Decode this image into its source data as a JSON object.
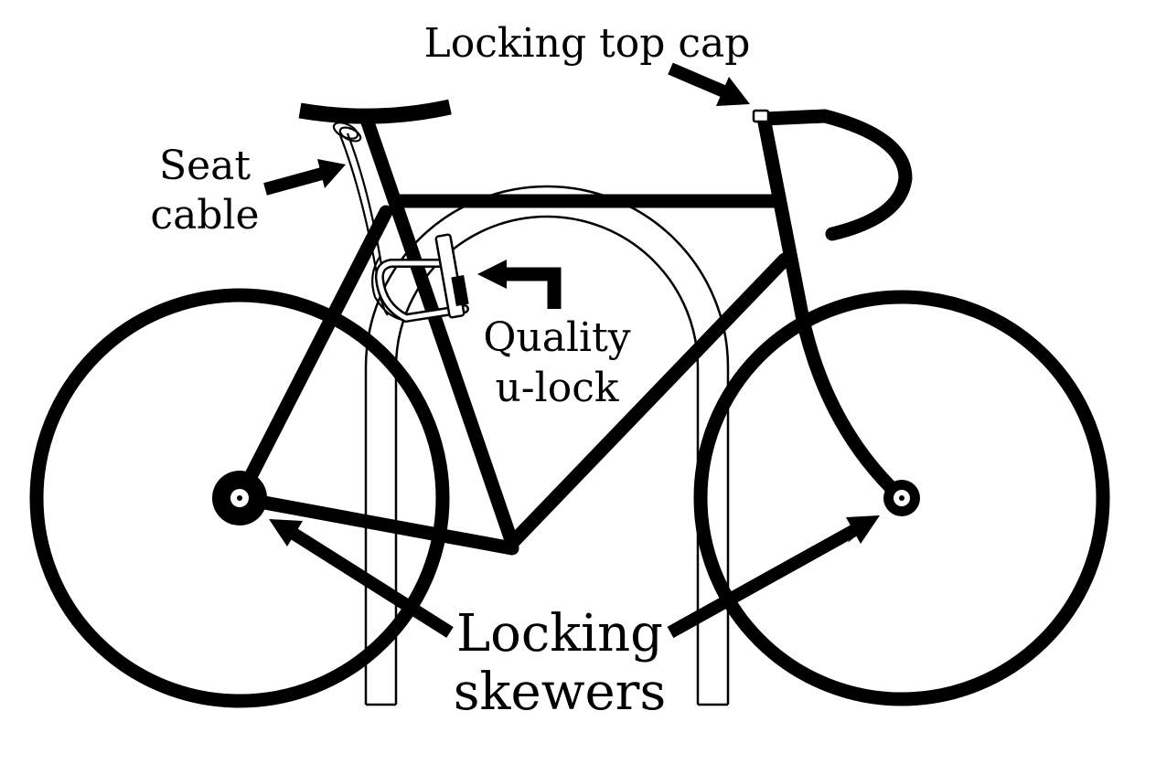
{
  "labels": {
    "top_cap": "Locking top cap",
    "seat_cable_line1": "Seat",
    "seat_cable_line2": "cable",
    "u_lock_line1": "Quality",
    "u_lock_line2": "u-lock",
    "skewers_line1": "Locking",
    "skewers_line2": "skewers"
  },
  "colors": {
    "ink": "#000000",
    "paper": "#ffffff"
  }
}
